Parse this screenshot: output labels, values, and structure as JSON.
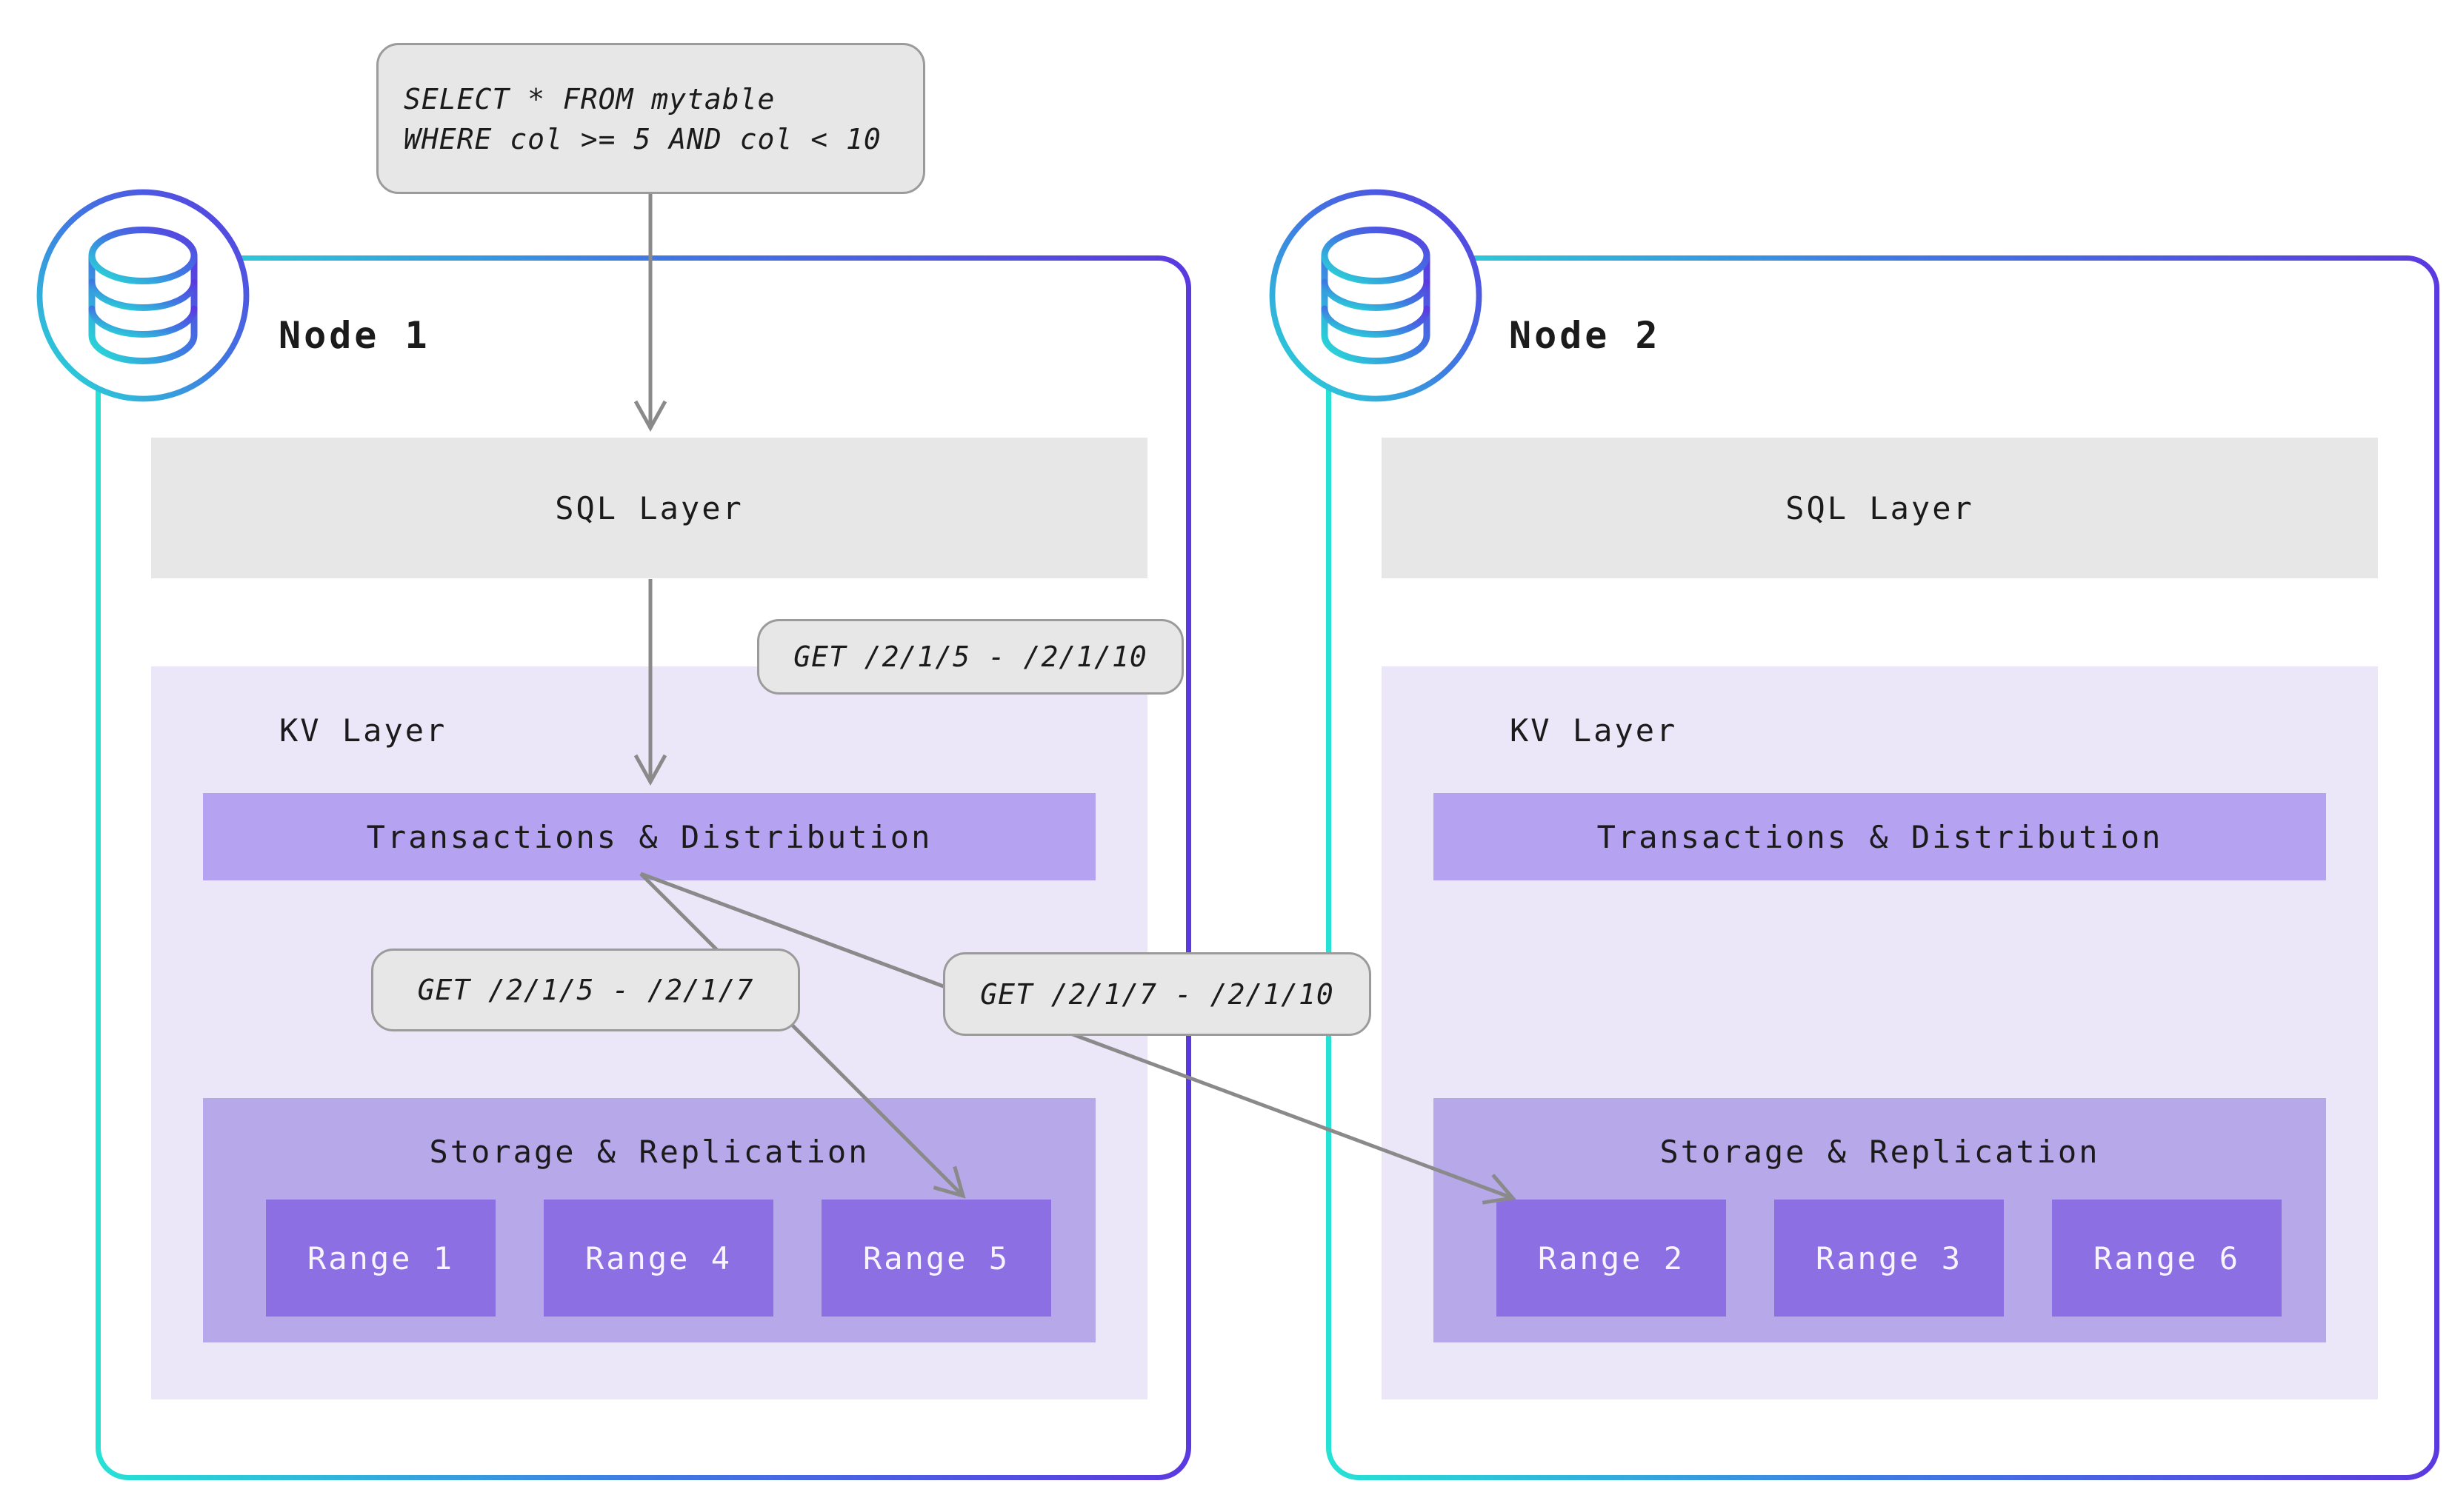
{
  "query": {
    "line1": "SELECT * FROM mytable",
    "line2": "WHERE col >= 5 AND col < 10"
  },
  "kv_requests": {
    "full_range": "GET /2/1/5 - /2/1/10",
    "local_range": "GET /2/1/5 - /2/1/7",
    "remote_range": "GET /2/1/7 - /2/1/10"
  },
  "nodes": [
    {
      "title": "Node 1",
      "sql_layer": "SQL Layer",
      "kv_layer": "KV Layer",
      "transactions": "Transactions & Distribution",
      "storage": "Storage & Replication",
      "ranges": [
        "Range 1",
        "Range 4",
        "Range 5"
      ]
    },
    {
      "title": "Node 2",
      "sql_layer": "SQL Layer",
      "kv_layer": "KV Layer",
      "transactions": "Transactions & Distribution",
      "storage": "Storage & Replication",
      "ranges": [
        "Range 2",
        "Range 3",
        "Range 6"
      ]
    }
  ],
  "colors": {
    "accent-teal": "#26e2d5",
    "accent-mid": "#3f7ae3",
    "accent-purple": "#5b39e0",
    "gray-box-bg": "#e6e7e6",
    "gray-box-border": "#9b9b9b",
    "arrow-gray": "#8a8a8a",
    "kv-bg": "#ebe7f9",
    "td-bar-bg": "#b5a3f2",
    "sr-bg": "#b7a8ea",
    "range-bg": "#8c70e3",
    "range-text": "#f7f4fd",
    "text-dark": "#1b1b1b"
  }
}
